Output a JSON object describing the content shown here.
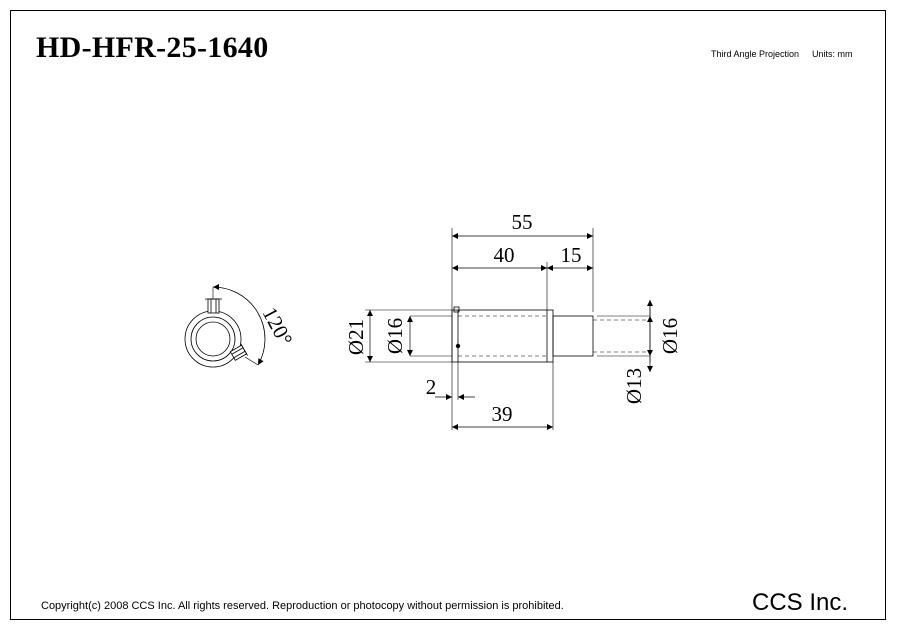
{
  "title": "HD-HFR-25-1640",
  "projection_label": "Third Angle Projection",
  "units_label": "Units: mm",
  "copyright": "Copyright(c) 2008 CCS Inc. All rights reserved.  Reproduction or photocopy without permission is prohibited.",
  "company": "CCS Inc.",
  "dimensions": {
    "overall_length": "55",
    "body_length": "40",
    "tip_length": "15",
    "offset": "2",
    "inner_length": "39",
    "body_outer_diameter": "Ø21",
    "body_inner_diameter": "Ø16",
    "tip_diameter": "Ø16",
    "tip_inner_diameter": "Ø13",
    "screw_angle": "120°"
  }
}
